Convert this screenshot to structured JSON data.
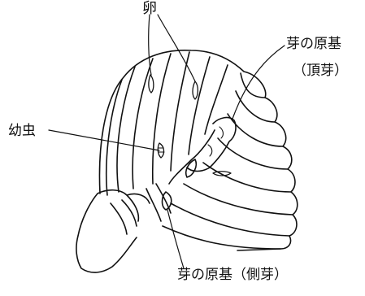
{
  "labels": {
    "egg": "卵",
    "bud_primordium_apical_line1": "芽の原基",
    "bud_primordium_apical_line2": "（頂芽）",
    "larva": "幼虫",
    "bud_primordium_lateral": "芽の原基（側芽）"
  },
  "colors": {
    "ink": "#111111",
    "background": "#ffffff"
  }
}
